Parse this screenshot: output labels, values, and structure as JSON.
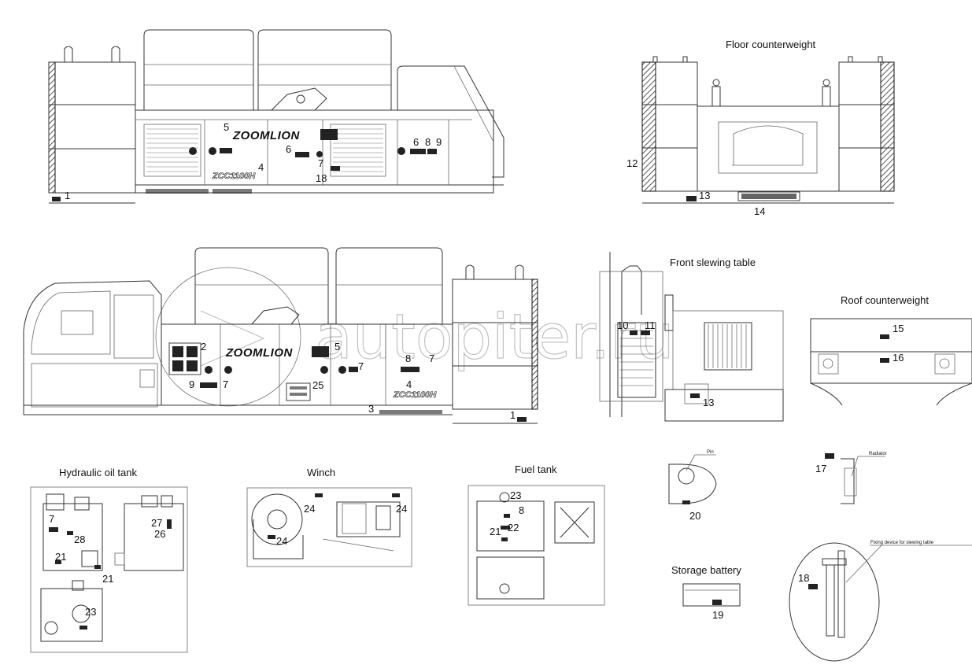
{
  "titles": {
    "floor_counterweight": "Floor counterweight",
    "front_slewing_table": "Front slewing table",
    "roof_counterweight": "Roof counterweight",
    "hydraulic_oil_tank": "Hydraulic oil tank",
    "winch": "Winch",
    "fuel_tank": "Fuel tank",
    "storage_battery": "Storage battery"
  },
  "small_labels": {
    "pin": "Pin",
    "radiator": "Radiator",
    "fixing_device": "Fixing device for slewing table"
  },
  "brand": {
    "name": "ZOOMLION",
    "model": "ZCC1100H"
  },
  "watermark": "autopiter.ru",
  "callouts": {
    "top": [
      "1",
      "5",
      "6",
      "7",
      "4",
      "18",
      "6",
      "8",
      "9"
    ],
    "floor": [
      "12",
      "13",
      "14"
    ],
    "mid": [
      "2",
      "5",
      "7",
      "8",
      "7",
      "9",
      "7",
      "25",
      "4",
      "3",
      "1"
    ],
    "front_table": [
      "10",
      "11",
      "13"
    ],
    "roof": [
      "15",
      "16"
    ],
    "hydraulic": [
      "7",
      "28",
      "27",
      "26",
      "21",
      "21",
      "23"
    ],
    "winch": [
      "24",
      "24",
      "24"
    ],
    "fuel": [
      "23",
      "8",
      "22",
      "21"
    ],
    "pin_detail": [
      "20"
    ],
    "radiator_detail": [
      "17"
    ],
    "battery": [
      "19"
    ],
    "fixing": [
      "18"
    ]
  }
}
